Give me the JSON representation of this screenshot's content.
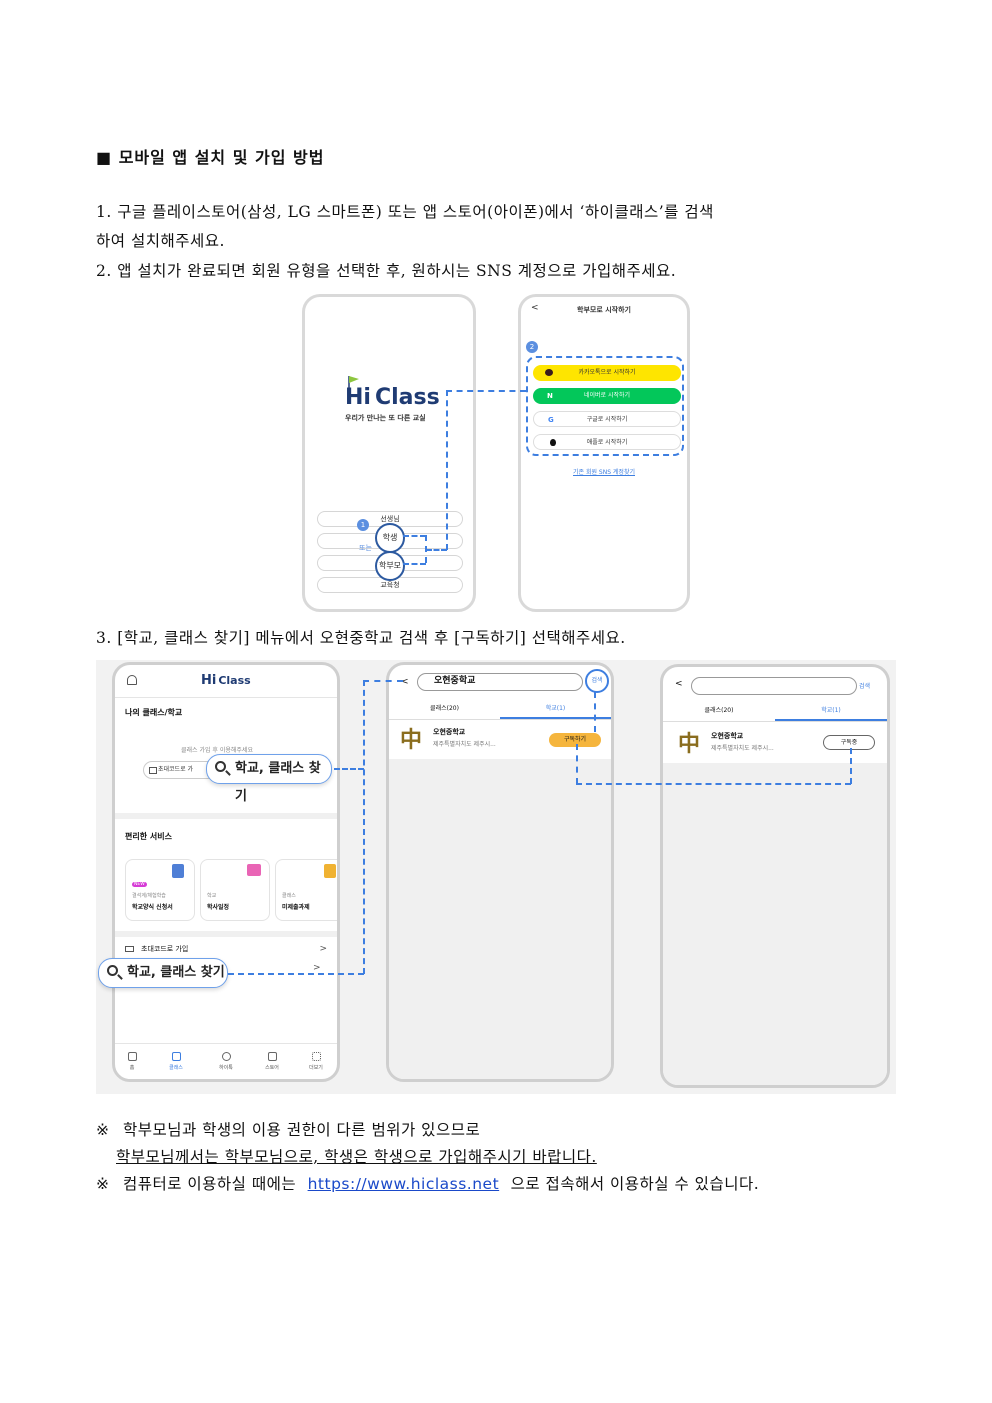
{
  "section_title": "■ 모바일 앱 설치 및 가입 방법",
  "steps": {
    "step1_line1": "1. 구글 플레이스토어(삼성, LG 스마트폰) 또는 앱 스토어(아이폰)에서 ‘하이클래스’를 검색",
    "step1_line2": "하여 설치해주세요.",
    "step2": "2. 앱 설치가 완료되면 회원 유형을 선택한 후, 원하시는 SNS 계정으로 가입해주세요.",
    "step3": "3. [학교, 클래스 찾기] 메뉴에서 오현중학교 검색 후 [구독하기] 선택해주세요."
  },
  "screen_a": {
    "logo_hi": "Hi",
    "logo_class": "Class",
    "tagline": "우리가 만나는 또 다른 교실",
    "role_teacher": "선생님",
    "role_student": "학생",
    "or_label": "또는",
    "role_parent": "학부모",
    "role_office": "교육청",
    "badge": "1"
  },
  "screen_b": {
    "back": "<",
    "title": "학부모로 시작하기",
    "badge": "2",
    "kakao": "카카오톡으로 시작하기",
    "naver_logo": "N",
    "naver": "네이버로 시작하기",
    "google_logo": "G",
    "google": "구글로 시작하기",
    "apple_logo": "",
    "apple": "애플로 시작하기",
    "find_account": "기존 회원 SNS 계정찾기"
  },
  "screen_c": {
    "bell": "🔔",
    "logo_hi": "Hi",
    "logo_class": "Class",
    "my_classes": "나의 클래스/학교",
    "hint": "클래스 가입 후 이용해주세요",
    "invite_code_short": "초대코드로 가",
    "search_callout": "학교, 클래스 찾기",
    "services_title": "편리한 서비스",
    "card1_badge": "NEW",
    "card1_sub": "결석계/체험학습",
    "card1_title": "학교양식 신청서",
    "card2_sub": "학교",
    "card2_title": "학사일정",
    "card3_sub": "클래스",
    "card3_title": "미제출과제",
    "invite_join": "초대코드로 가입",
    "arrow": ">",
    "search_callout_2": "학교, 클래스 찾기",
    "nav": [
      "홈",
      "클래스",
      "하이톡",
      "스토어",
      "더보기"
    ]
  },
  "screen_d": {
    "back": "<",
    "query": "오현중학교",
    "search_btn": "검색",
    "tab_class": "클래스(20)",
    "tab_school": "학교(1)",
    "school_name": "오현중학교",
    "school_addr": "제주특별자치도 제주시...",
    "subscribe": "구독하기",
    "logo_char": "中"
  },
  "screen_e": {
    "back": "<",
    "search_btn": "검색",
    "tab_class": "클래스(20)",
    "tab_school": "학교(1)",
    "school_name": "오현중학교",
    "school_addr": "제주특별자치도 제주시...",
    "subscribed": "구독중",
    "logo_char": "中"
  },
  "notes": {
    "note1_mark": "※",
    "note1_line1": "학부모님과 학생의 이용 권한이 다른 범위가 있으므로",
    "note1_line2": "학부모님께서는 학부모님으로, 학생은 학생으로 가입해주시기 바랍니다.",
    "note2_mark": "※",
    "note2_pre": "컴퓨터로 이용하실 때에는",
    "note2_link": "https://www.hiclass.net",
    "note2_post": "으로 접속해서 이용하실 수 있습니다."
  },
  "colors": {
    "accent_blue": "#3d7ee0",
    "kakao_yellow": "#fee500",
    "naver_green": "#03c75a",
    "subscribe_orange": "#f5b53d",
    "logo_navy": "#1f3b73",
    "logo_green": "#8dc63f"
  }
}
